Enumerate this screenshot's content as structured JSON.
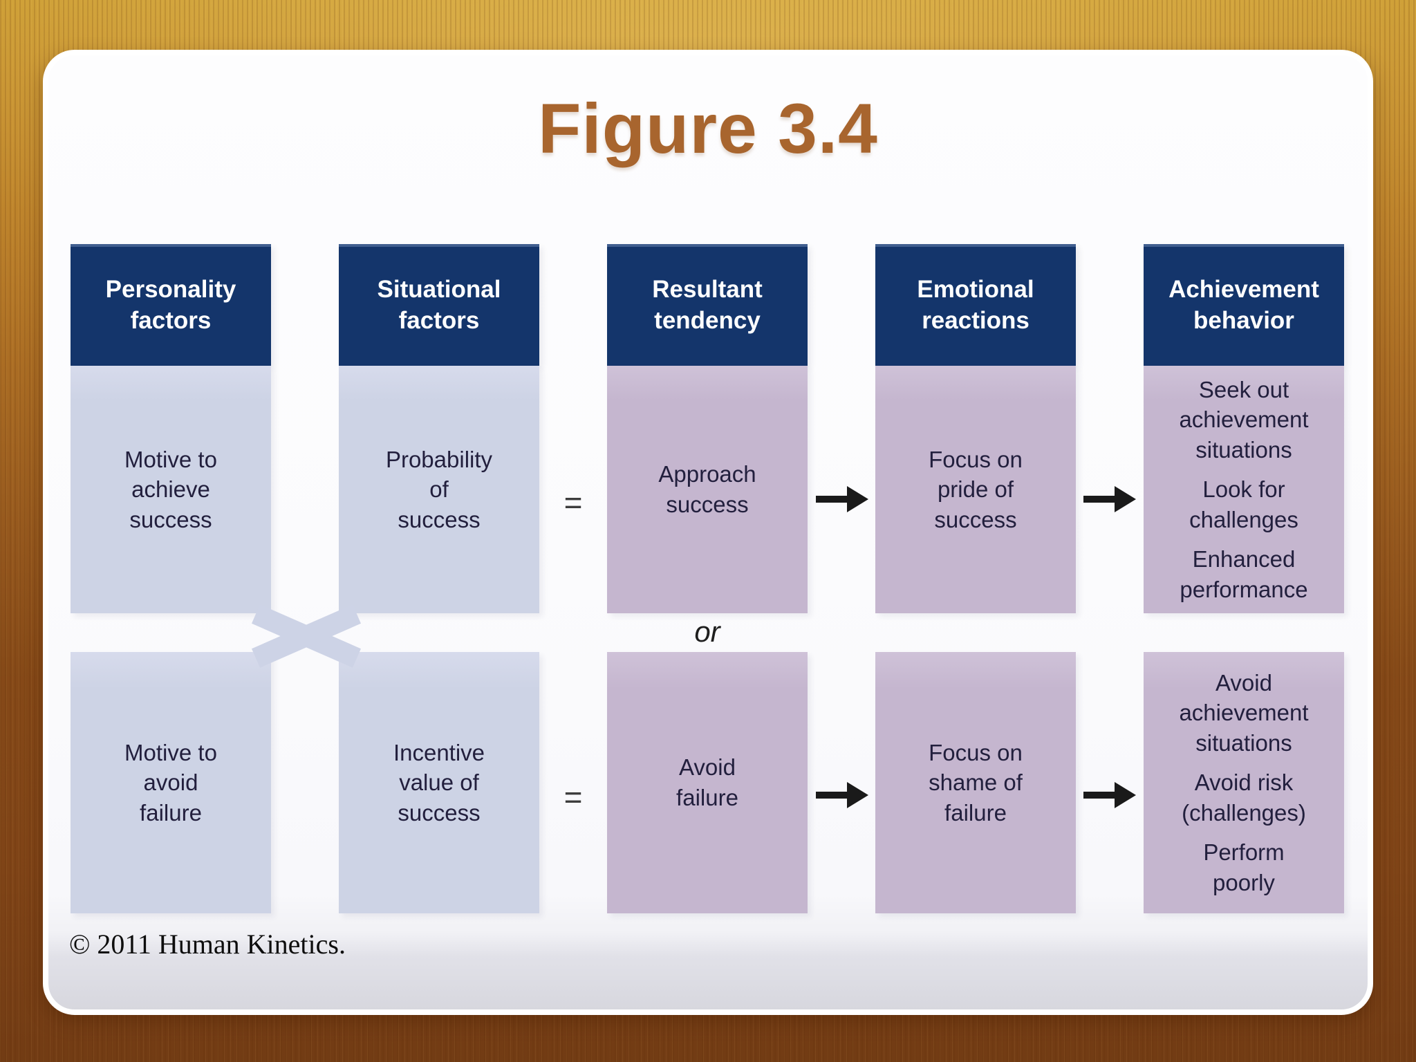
{
  "slide": {
    "title": "Figure 3.4",
    "copyright": "© 2011 Human Kinetics.",
    "equals_sign": "=",
    "or_label": "or"
  },
  "columns": [
    {
      "header": "Personality\nfactors",
      "row1": "Motive to\nachieve\nsuccess",
      "row2": "Motive to\navoid\nfailure"
    },
    {
      "header": "Situational\nfactors",
      "row1": "Probability\nof\nsuccess",
      "row2": "Incentive\nvalue of\nsuccess"
    },
    {
      "header": "Resultant\ntendency",
      "row1": "Approach\nsuccess",
      "row2": "Avoid\nfailure"
    },
    {
      "header": "Emotional\nreactions",
      "row1": "Focus on\npride of\nsuccess",
      "row2": "Focus on\nshame of\nfailure"
    },
    {
      "header": "Achievement\nbehavior",
      "row1": [
        "Seek out\nachievement\nsituations",
        "Look for\nchallenges",
        "Enhanced\nperformance"
      ],
      "row2": [
        "Avoid\nachievement\nsituations",
        "Avoid risk\n(challenges)",
        "Perform\npoorly"
      ]
    }
  ],
  "colors": {
    "header_bg": "#14356b",
    "factor_box": "#cdd3e5",
    "outcome_box": "#c5b6cf",
    "title_text": "#a8652e",
    "arrow": "#1a1a1a",
    "cross_band": "#cdd3e6"
  }
}
